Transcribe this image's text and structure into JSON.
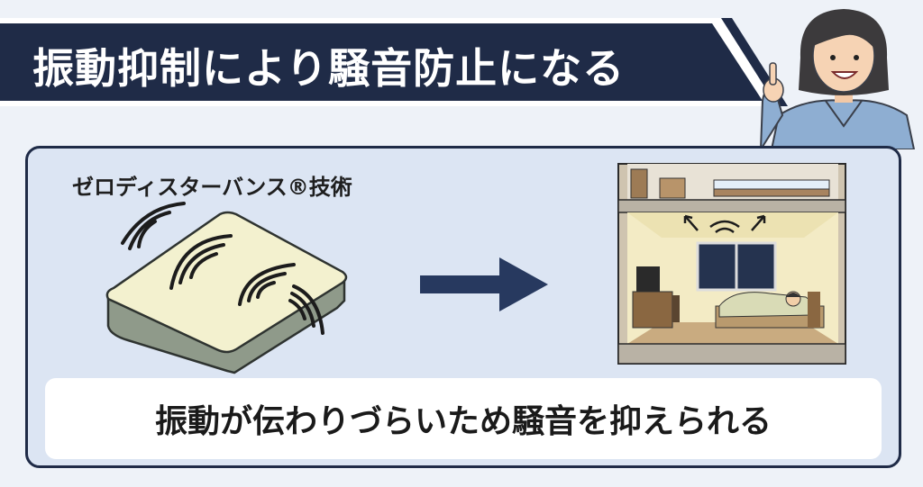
{
  "banner": {
    "title": "振動抑制により騒音防止になる"
  },
  "product": {
    "tech_name": "ゼロディスターバンス®技術"
  },
  "caption": {
    "text": "振動が伝わりづらいため騒音を抑えられる"
  },
  "colors": {
    "navy": "#1f2b47",
    "card": "#dce5f3",
    "mattress_top": "#f3f1cf",
    "mattress_side": "#8f9a8a",
    "arrow": "#27395f"
  },
  "icons": [
    "presenter-illustration",
    "mattress-illustration",
    "right-arrow-icon",
    "apartment-room-illustration",
    "moon-icon"
  ]
}
